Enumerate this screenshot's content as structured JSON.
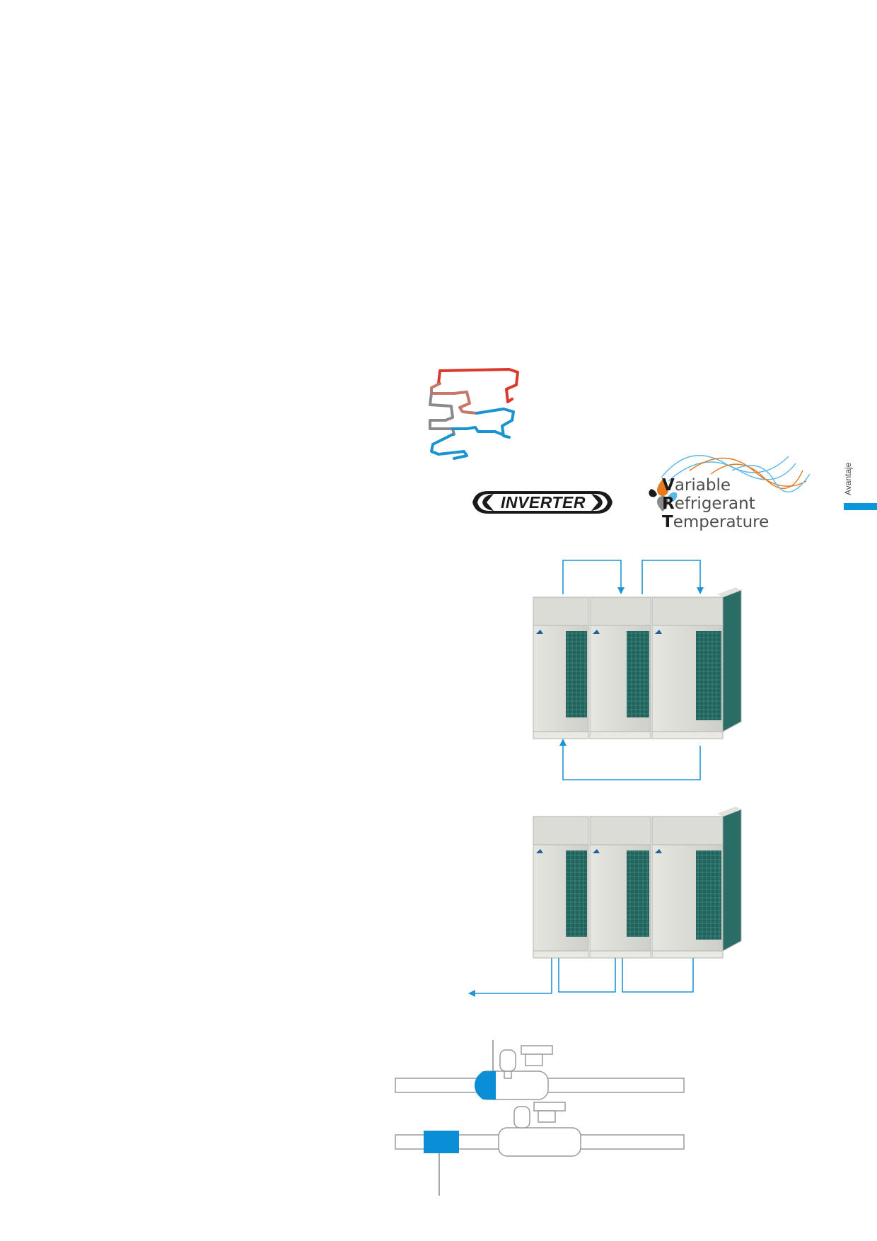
{
  "side_tab": {
    "label": "Avantaje",
    "color": "#0a96db"
  },
  "inverter_logo": {
    "text": "INVERTER"
  },
  "vrt_logo": {
    "line1_initial": "V",
    "line1_rest": "ariable",
    "line2_initial": "R",
    "line2_rest": "efrigerant",
    "line3_initial": "T",
    "line3_rest": "emperature",
    "colors": {
      "orange": "#e57a1e",
      "light_blue": "#5bb8e8",
      "black": "#1a1a1a",
      "grey": "#8a8a8a"
    }
  },
  "colors": {
    "hot_pipe": "#d93a2b",
    "warm_pipe": "#c3786a",
    "neutral_pipe": "#8a8a8a",
    "cold_pipe": "#1a93d1",
    "arrow_line": "#1e96d2",
    "valve_fill": "#0a8fd6",
    "unit_panel": "#d9d9d4",
    "unit_coil": "#1f5f5a"
  }
}
